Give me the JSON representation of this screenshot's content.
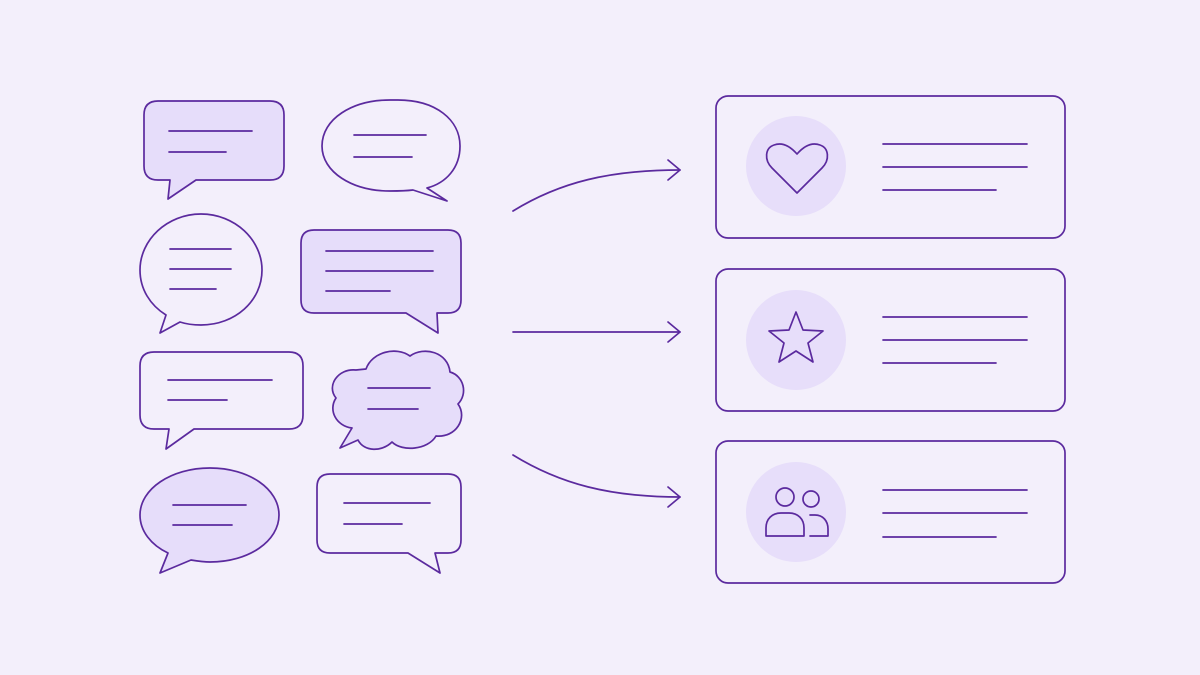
{
  "colors": {
    "background": "#F3EFFB",
    "accent": "#5B2A9E",
    "soft_fill": "#E6DDFA",
    "icon_circle": "#E7DEFA"
  },
  "speech_bubbles": [
    {
      "shape": "rounded-rect",
      "filled": true
    },
    {
      "shape": "oval",
      "filled": false
    },
    {
      "shape": "circle",
      "filled": false
    },
    {
      "shape": "rounded-rect",
      "filled": true
    },
    {
      "shape": "rounded-rect",
      "filled": false
    },
    {
      "shape": "cloud",
      "filled": true
    },
    {
      "shape": "oval",
      "filled": true
    },
    {
      "shape": "rounded-rect",
      "filled": false
    }
  ],
  "arrows": [
    {
      "direction": "up-right"
    },
    {
      "direction": "right"
    },
    {
      "direction": "down-right"
    }
  ],
  "category_cards": [
    {
      "icon": "heart-icon"
    },
    {
      "icon": "star-icon"
    },
    {
      "icon": "users-icon"
    }
  ]
}
